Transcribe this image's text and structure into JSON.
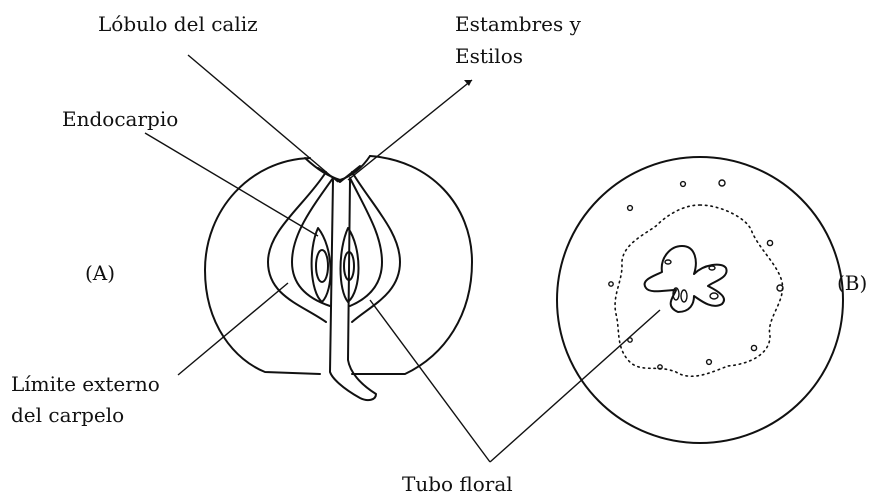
{
  "labels": {
    "calyx_lobe": "Lóbulo del caliz",
    "stamens_line1": "Estambres y",
    "stamens_line2": "Estilos",
    "endocarp": "Endocarpio",
    "panel_a": "(A)",
    "panel_b": "(B)",
    "carpel_line1": "Límite externo",
    "carpel_line2": "del carpelo",
    "floral_tube": "Tubo floral"
  },
  "colors": {
    "ink": "#111111",
    "background": "#ffffff"
  }
}
